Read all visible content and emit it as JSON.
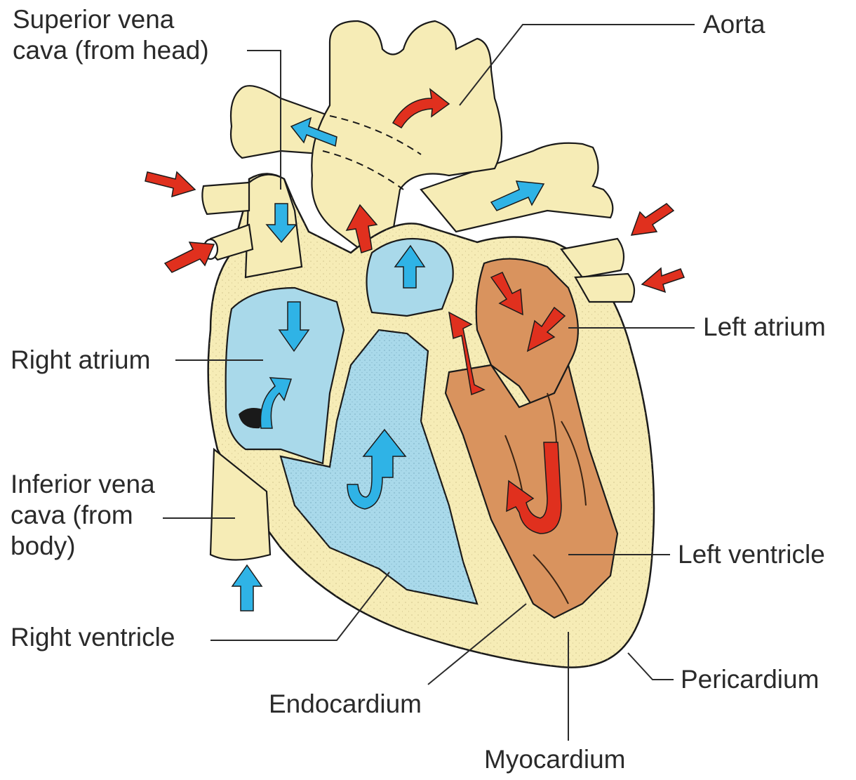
{
  "labels": {
    "superior_vena_cava": [
      "Superior vena",
      "cava (from head)"
    ],
    "aorta": "Aorta",
    "left_atrium": "Left atrium",
    "right_atrium": "Right atrium",
    "inferior_vena_cava": [
      "Inferior vena",
      "cava (from",
      "body)"
    ],
    "left_ventricle": "Left ventricle",
    "right_ventricle": "Right ventricle",
    "pericardium": "Pericardium",
    "endocardium": "Endocardium",
    "myocardium": "Myocardium"
  },
  "colors": {
    "outer_wall": "#f6ecb6",
    "deoxygenated": "#a9d9ea",
    "oxygenated": "#d9935e",
    "blue_arrow": "#2fb3e6",
    "red_arrow": "#e0301e",
    "outline": "#1a1a1a"
  }
}
